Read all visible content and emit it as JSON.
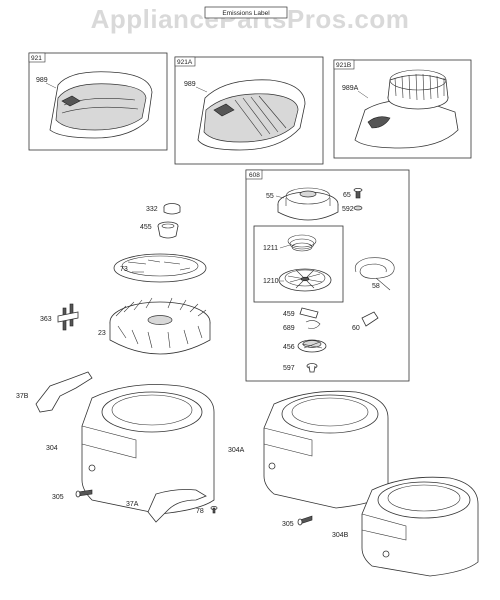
{
  "watermark": "AppliancePartsPros.com",
  "emissions_label": "Emissions Label",
  "boxes": {
    "b921": "921",
    "b921a": "921A",
    "b921b": "921B",
    "b608": "608"
  },
  "parts": {
    "p989_1": "989",
    "p989_2": "989",
    "p989a": "989A",
    "p332": "332",
    "p455": "455",
    "p73": "73",
    "p363": "363",
    "p23": "23",
    "p55": "55",
    "p65": "65",
    "p592": "592",
    "p1211": "1211",
    "p1210": "1210",
    "p58": "58",
    "p459": "459",
    "p689": "689",
    "p60": "60",
    "p456": "456",
    "p597": "597",
    "p37b": "37B",
    "p304": "304",
    "p304a": "304A",
    "p305_1": "305",
    "p37a": "37A",
    "p78": "78",
    "p305_2": "305",
    "p304b": "304B"
  }
}
